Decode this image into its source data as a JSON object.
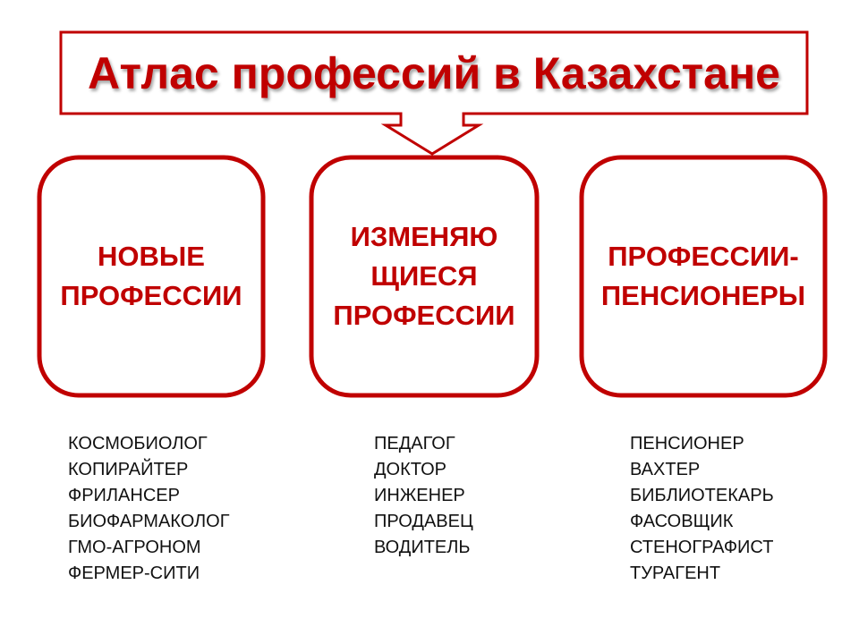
{
  "title": "Атлас профессий в Казахстане",
  "colors": {
    "accent": "#c00000",
    "text": "#111111",
    "background": "#ffffff"
  },
  "categories": [
    {
      "label_lines": [
        "НОВЫЕ",
        "ПРОФЕССИИ"
      ],
      "items": [
        "КОСМОБИОЛОГ",
        "КОПИРАЙТЕР",
        "ФРИЛАНСЕР",
        "БИОФАРМАКОЛОГ",
        "ГМО-АГРОНОМ",
        "ФЕРМЕР-СИТИ"
      ]
    },
    {
      "label_lines": [
        "ИЗМЕНЯЮ",
        "ЩИЕСЯ",
        "ПРОФЕССИИ"
      ],
      "items": [
        "ПЕДАГОГ",
        "ДОКТОР",
        "ИНЖЕНЕР",
        "ПРОДАВЕЦ",
        "ВОДИТЕЛЬ"
      ]
    },
    {
      "label_lines": [
        "ПРОФЕССИИ-",
        "ПЕНСИОНЕРЫ"
      ],
      "items": [
        "ПЕНСИОНЕР",
        "ВАХТЕР",
        "БИБЛИОТЕКАРЬ",
        "ФАСОВЩИК",
        "СТЕНОГРАФИСТ",
        "ТУРАГЕНТ"
      ]
    }
  ]
}
